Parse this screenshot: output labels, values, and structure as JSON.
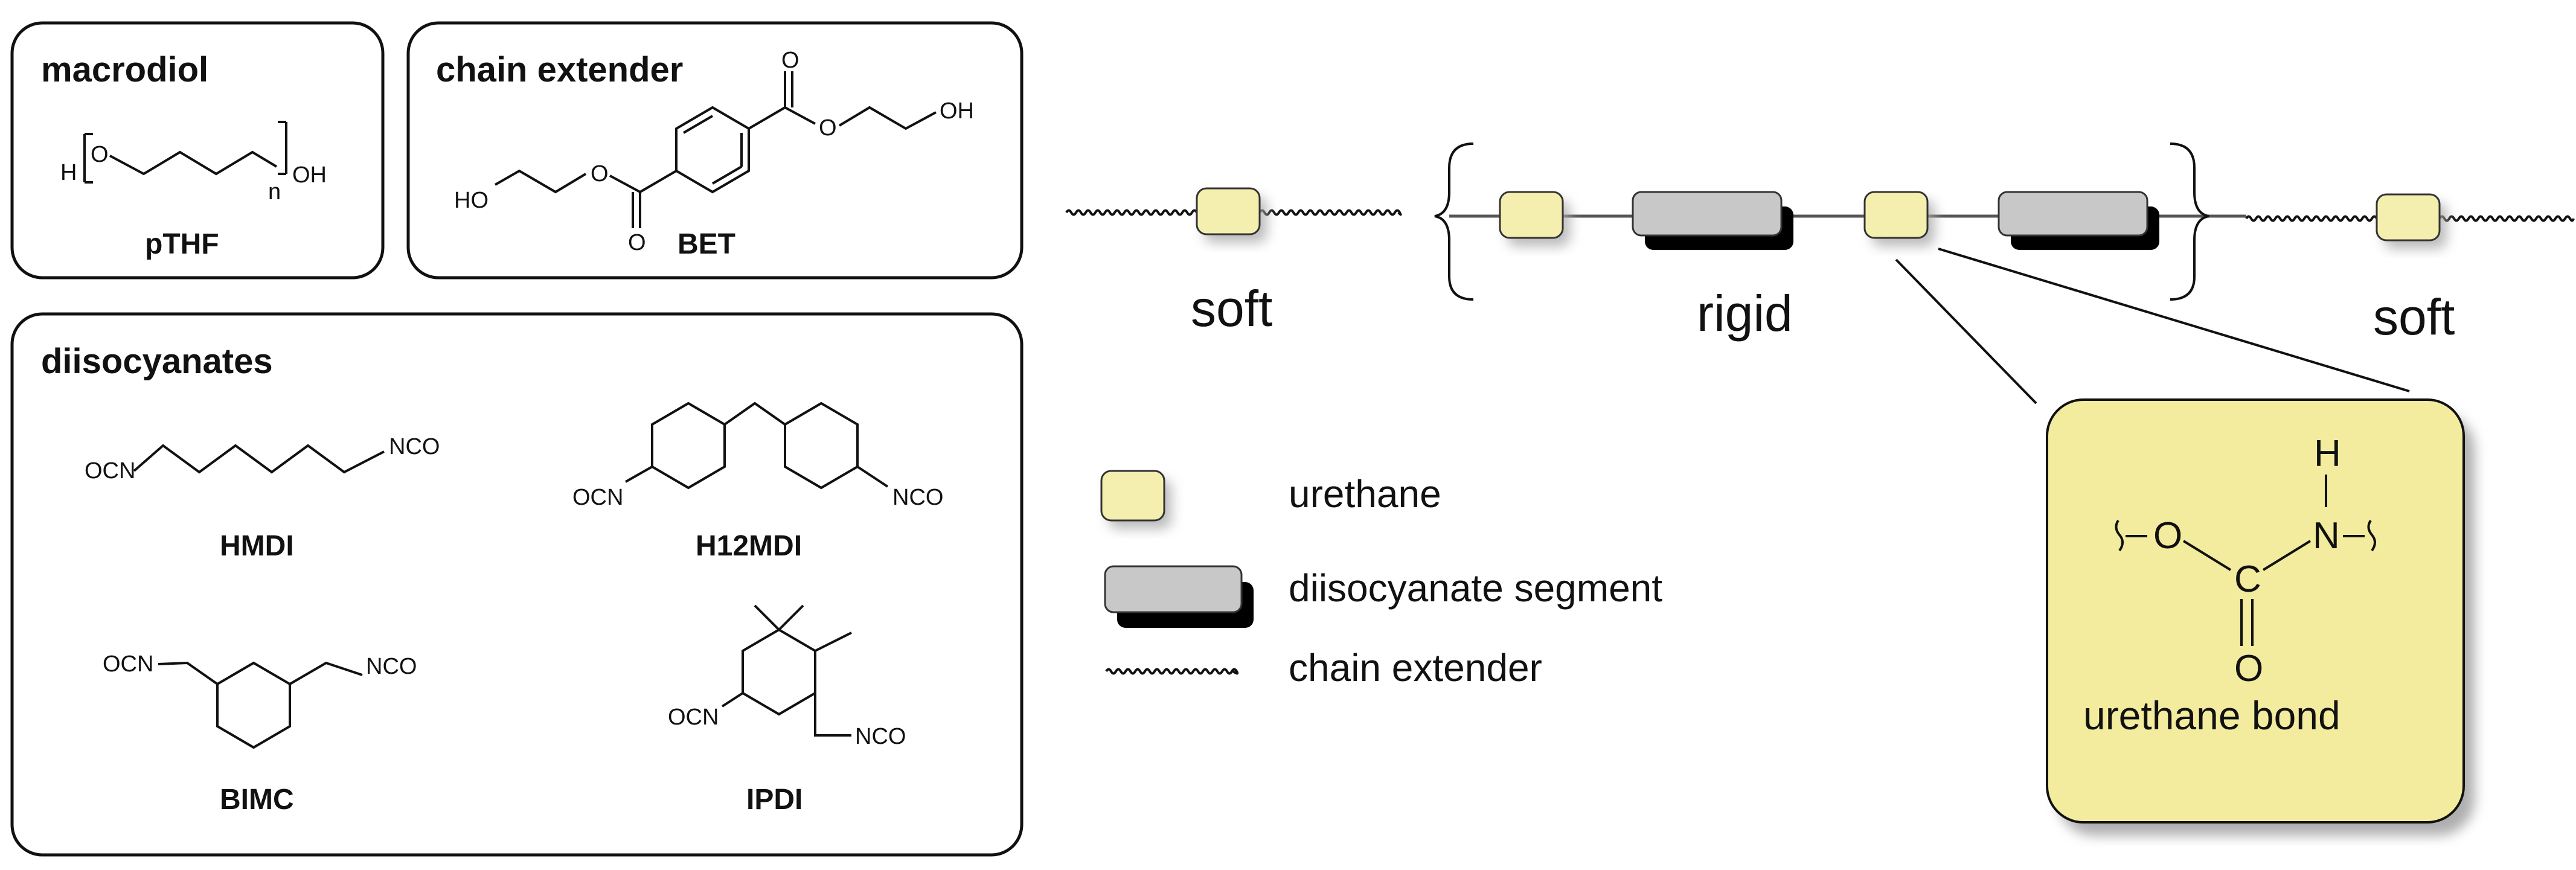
{
  "diagram": {
    "macrodiol": {
      "title": "macrodiol",
      "compound": "pTHF",
      "atom_h": "H",
      "atom_o": "O",
      "atom_oh": "OH",
      "subscript": "n"
    },
    "chain_extender": {
      "title": "chain extender",
      "compound": "BET",
      "atom_ho": "HO",
      "atom_oh": "OH",
      "atom_o": "O"
    },
    "diisocyanates": {
      "title": "diisocyanates",
      "group_ocn": "OCN",
      "group_nco": "NCO",
      "compounds": [
        "HMDI",
        "H12MDI",
        "BIMC",
        "IPDI"
      ]
    },
    "chain": {
      "labels": {
        "soft_left": "soft",
        "rigid": "rigid",
        "soft_right": "soft"
      }
    },
    "legend": {
      "items": [
        {
          "key": "urethane",
          "label": "urethane"
        },
        {
          "key": "diisocyanate",
          "label": "diisocyanate segment"
        },
        {
          "key": "chain_extender",
          "label": "chain extender"
        }
      ]
    },
    "urethane_bond": {
      "title": "urethane bond",
      "atoms": {
        "h": "H",
        "n": "N",
        "o_ester": "O",
        "c": "C",
        "o_carbonyl": "O"
      }
    },
    "colors": {
      "urethane_fill": "#f4efae",
      "bond_box_fill": "#f3ec9e",
      "segment_fill": "#c8c8c8",
      "shadow": "#a9a9a9",
      "segment_shadow": "#000000",
      "line": "#111111"
    }
  }
}
